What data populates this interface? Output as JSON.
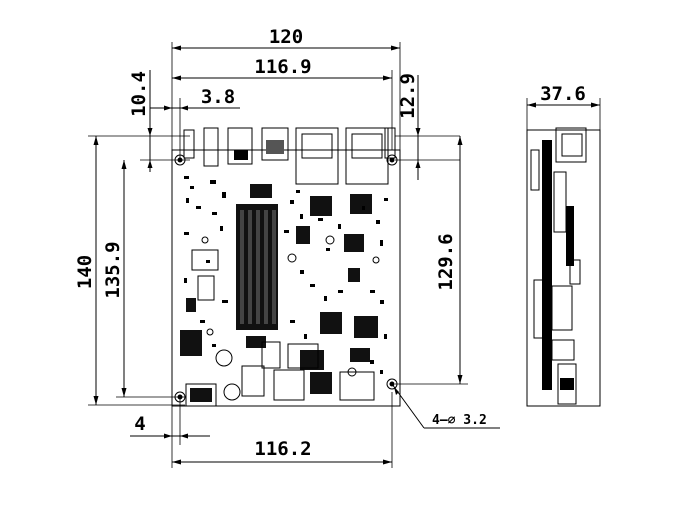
{
  "drawing": {
    "dimensions": {
      "overall_width": "120",
      "hole_spacing_top": "116.9",
      "hole_offset_top": "10.4",
      "hole_offset_left": "3.8",
      "hole_offset_right": "12.9",
      "overall_height": "140",
      "hole_spacing_left": "135.9",
      "hole_spacing_right": "129.6",
      "hole_offset_bottom": "4",
      "hole_spacing_bottom": "116.2",
      "side_height": "37.6"
    },
    "hole_callout": "4—∅ 3.2"
  }
}
